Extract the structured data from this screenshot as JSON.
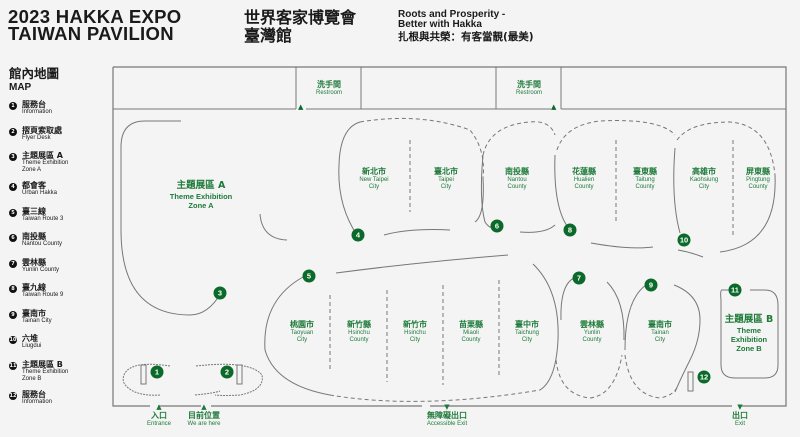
{
  "header": {
    "title_en_line1": "2023 HAKKA EXPO",
    "title_en_line2": "TAIWAN PAVILION",
    "title_zh_line1": "世界客家博覽會",
    "title_zh_line2": "臺灣館",
    "slogan_en_line1": "Roots and Prosperity -",
    "slogan_en_line2": "Better with Hakka",
    "slogan_zh": "扎根與共榮：有客當靚(最美)"
  },
  "legend": {
    "title_zh": "館內地圖",
    "title_en": "MAP",
    "items": [
      {
        "num": "1",
        "zh": "服務台",
        "en": "Information"
      },
      {
        "num": "2",
        "zh": "摺頁索取處",
        "en": "Flyer Desk"
      },
      {
        "num": "3",
        "zh": "主題展區 A",
        "en": "Theme Exhibition",
        "en2": "Zone A"
      },
      {
        "num": "4",
        "zh": "都會客",
        "en": "Urban Hakka"
      },
      {
        "num": "5",
        "zh": "臺三線",
        "en": "Taiwan Route 3"
      },
      {
        "num": "6",
        "zh": "南投縣",
        "en": "Nantou County"
      },
      {
        "num": "7",
        "zh": "雲林縣",
        "en": "Yunlin County"
      },
      {
        "num": "8",
        "zh": "臺九線",
        "en": "Taiwan Route 9"
      },
      {
        "num": "9",
        "zh": "臺南市",
        "en": "Tainan City"
      },
      {
        "num": "10",
        "zh": "六堆",
        "en": "Liugdui"
      },
      {
        "num": "11",
        "zh": "主題展區 B",
        "en": "Theme Exhibition",
        "en2": "Zone B"
      },
      {
        "num": "12",
        "zh": "服務台",
        "en": "Information"
      }
    ]
  },
  "map": {
    "restrooms": [
      {
        "zh": "洗手間",
        "en": "Restroom"
      },
      {
        "zh": "洗手間",
        "en": "Restroom"
      }
    ],
    "zone_a": {
      "zh": "主題展區 A",
      "en1": "Theme Exhibition",
      "en2": "Zone A"
    },
    "zone_b": {
      "zh": "主題展區 B",
      "en1": "Theme",
      "en2": "Exhibition",
      "en3": "Zone B"
    },
    "areas": [
      {
        "zh": "新北市",
        "en1": "New Taipei",
        "en2": "City"
      },
      {
        "zh": "臺北市",
        "en1": "Taipei",
        "en2": "City"
      },
      {
        "zh": "南投縣",
        "en1": "Nantou",
        "en2": "County"
      },
      {
        "zh": "花蓮縣",
        "en1": "Hualien",
        "en2": "County"
      },
      {
        "zh": "臺東縣",
        "en1": "Taitung",
        "en2": "County"
      },
      {
        "zh": "高雄市",
        "en1": "Kaohsiung",
        "en2": "City"
      },
      {
        "zh": "屏東縣",
        "en1": "Pingtung",
        "en2": "County"
      },
      {
        "zh": "桃園市",
        "en1": "Taoyuan",
        "en2": "City"
      },
      {
        "zh": "新竹縣",
        "en1": "Hsinchu",
        "en2": "County"
      },
      {
        "zh": "新竹市",
        "en1": "Hsinchu",
        "en2": "City"
      },
      {
        "zh": "苗栗縣",
        "en1": "Miaoli",
        "en2": "County"
      },
      {
        "zh": "臺中市",
        "en1": "Taichung",
        "en2": "City"
      },
      {
        "zh": "雲林縣",
        "en1": "Yunlin",
        "en2": "County"
      },
      {
        "zh": "臺南市",
        "en1": "Tainan",
        "en2": "City"
      }
    ],
    "markers": [
      "1",
      "2",
      "3",
      "4",
      "5",
      "6",
      "7",
      "8",
      "9",
      "10",
      "11",
      "12"
    ],
    "doors": [
      {
        "zh": "入口",
        "en": "Entrance",
        "icon": "triangle-up"
      },
      {
        "zh": "目前位置",
        "en": "We are here",
        "icon": "triangle-up"
      },
      {
        "zh": "無障礙出口",
        "en": "Accessible Exit",
        "icon": "triangle-down"
      },
      {
        "zh": "出口",
        "en": "Exit",
        "icon": "triangle-down"
      }
    ],
    "colors": {
      "accent": "#0b6a2a",
      "label": "#1e7a3a",
      "wall": "#777777",
      "background": "#f4f4f4"
    }
  }
}
